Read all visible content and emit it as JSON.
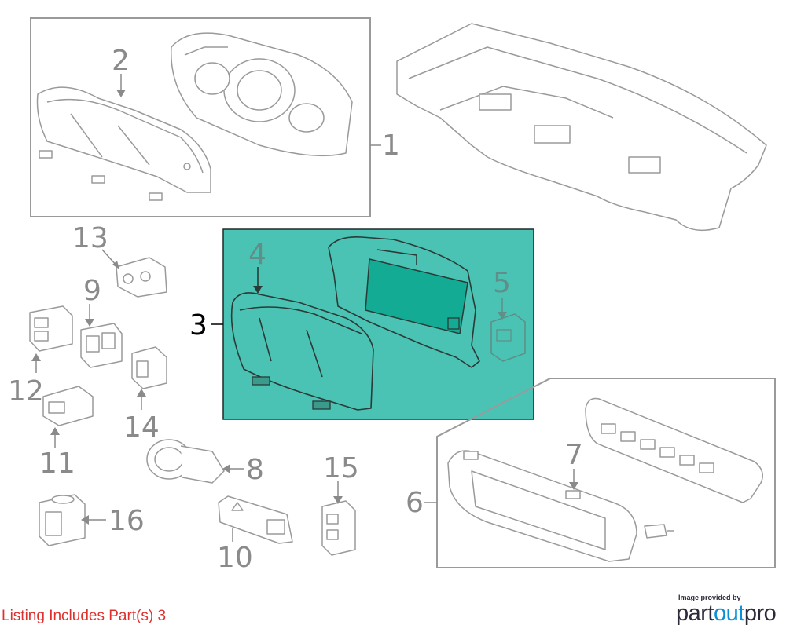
{
  "callouts": {
    "c1": "1",
    "c2": "2",
    "c3": "3",
    "c4": "4",
    "c5": "5",
    "c6": "6",
    "c7": "7",
    "c8": "8",
    "c9": "9",
    "c10": "10",
    "c11": "11",
    "c12": "12",
    "c13": "13",
    "c14": "14",
    "c15": "15",
    "c16": "16"
  },
  "listing_text": "Listing Includes Part(s) 3",
  "branding": {
    "provided_by": "Image provided by",
    "name_part1": "part",
    "name_part2": "out",
    "name_part3": "pro"
  },
  "colors": {
    "highlight_fill": "#4bc3b4",
    "highlight_display": "#14ab94",
    "listing_text": "#e0302e",
    "brand_accent": "#0a8fd8",
    "line_gray": "#9a9a9a"
  },
  "highlighted_part": "3"
}
